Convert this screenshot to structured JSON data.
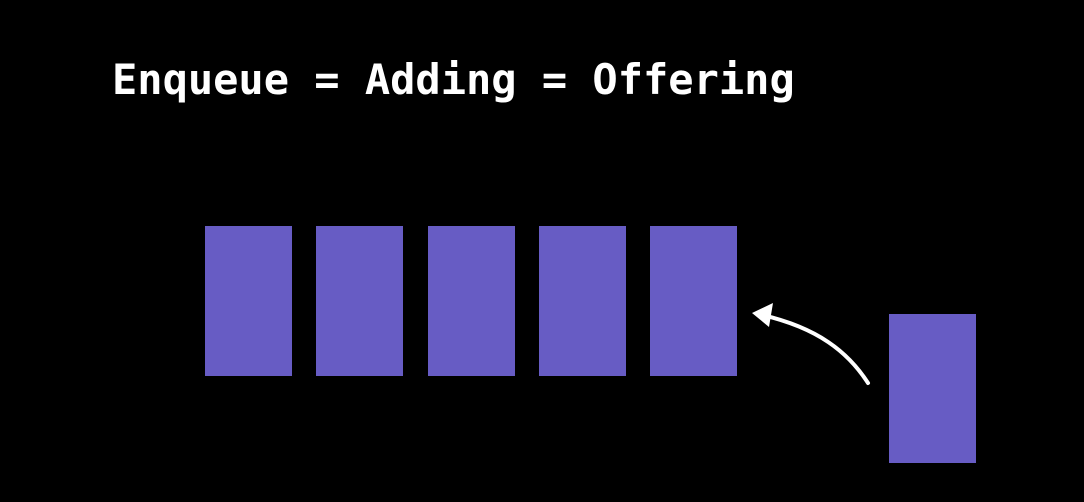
{
  "title": "Enqueue = Adding = Offering",
  "colors": {
    "background": "#000000",
    "block": "#675cc4",
    "text": "#ffffff",
    "arrow": "#ffffff"
  },
  "queue": {
    "block_count": 5,
    "incoming_block_count": 1
  },
  "icons": {
    "arrow": "curved-arrow-icon"
  }
}
